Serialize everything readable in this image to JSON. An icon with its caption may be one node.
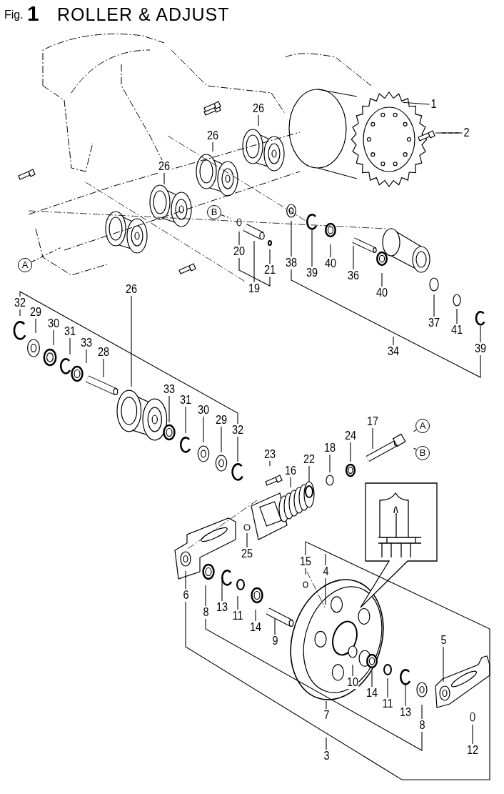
{
  "diagram": {
    "title": "ROLLER & ADJUST",
    "labels": [
      "Fig.",
      "1"
    ],
    "nodes": [
      {
        "text": [
          "1"
        ]
      },
      {
        "text": [
          "2"
        ]
      },
      {
        "text": [
          "26"
        ]
      },
      {
        "text": [
          "26"
        ]
      },
      {
        "text": [
          "26"
        ]
      },
      {
        "text": [
          "B"
        ]
      },
      {
        "text": [
          "38"
        ]
      },
      {
        "text": [
          "39"
        ]
      },
      {
        "text": [
          "40"
        ]
      },
      {
        "text": [
          "36"
        ]
      },
      {
        "text": [
          "A"
        ]
      },
      {
        "text": [
          "20"
        ]
      },
      {
        "text": [
          "21"
        ]
      },
      {
        "text": [
          "19"
        ]
      },
      {
        "text": [
          "40"
        ]
      },
      {
        "text": [
          "26"
        ]
      },
      {
        "text": [
          "34"
        ]
      },
      {
        "text": [
          "32"
        ]
      },
      {
        "text": [
          "29"
        ]
      },
      {
        "text": [
          "30"
        ]
      },
      {
        "text": [
          "37"
        ]
      },
      {
        "text": [
          "31"
        ]
      },
      {
        "text": [
          "41"
        ]
      },
      {
        "text": [
          "33"
        ]
      },
      {
        "text": [
          "39"
        ]
      },
      {
        "text": [
          "28"
        ]
      },
      {
        "text": [
          "33"
        ]
      },
      {
        "text": [
          "31"
        ]
      },
      {
        "text": [
          "30"
        ]
      },
      {
        "text": [
          "29"
        ]
      },
      {
        "text": [
          "32"
        ]
      },
      {
        "text": [
          "17"
        ]
      },
      {
        "text": [
          "A"
        ]
      },
      {
        "text": [
          "24"
        ]
      },
      {
        "text": [
          "18"
        ]
      },
      {
        "text": [
          "B"
        ]
      },
      {
        "text": [
          "23"
        ]
      },
      {
        "text": [
          "22"
        ]
      },
      {
        "text": [
          "16"
        ]
      },
      {
        "text": [
          "25"
        ]
      },
      {
        "text": [
          "15"
        ]
      },
      {
        "text": [
          "4"
        ]
      },
      {
        "text": [
          "6"
        ]
      },
      {
        "text": [
          "8"
        ]
      },
      {
        "text": [
          "13"
        ]
      },
      {
        "text": [
          "11"
        ]
      },
      {
        "text": [
          "14"
        ]
      },
      {
        "text": [
          "9"
        ]
      },
      {
        "text": [
          "5"
        ]
      },
      {
        "text": [
          "10"
        ]
      },
      {
        "text": [
          "14"
        ]
      },
      {
        "text": [
          "11"
        ]
      },
      {
        "text": [
          "7"
        ]
      },
      {
        "text": [
          "13"
        ]
      },
      {
        "text": [
          "8"
        ]
      },
      {
        "text": [
          "12"
        ]
      },
      {
        "text": [
          "3"
        ]
      }
    ],
    "edges": [
      {
        "from": 0,
        "to": null,
        "arrow": "none"
      },
      {
        "from": 1,
        "to": null,
        "arrow": "none"
      },
      {
        "from": 2,
        "to": null,
        "arrow": "none"
      },
      {
        "from": 3,
        "to": null,
        "arrow": "none"
      },
      {
        "from": 4,
        "to": null,
        "arrow": "none"
      },
      {
        "from": 5,
        "to": null,
        "arrow": "none",
        "style": "dashed"
      },
      {
        "from": 6,
        "to": null,
        "arrow": "none"
      },
      {
        "from": 7,
        "to": null,
        "arrow": "none"
      },
      {
        "from": 8,
        "to": null,
        "arrow": "none"
      },
      {
        "from": 9,
        "to": null,
        "arrow": "none"
      },
      {
        "from": 10,
        "to": null,
        "arrow": "none",
        "style": "dashed"
      },
      {
        "from": 11,
        "to": null,
        "arrow": "none"
      },
      {
        "from": 12,
        "to": null,
        "arrow": "none"
      },
      {
        "from": 13,
        "to": null,
        "arrow": "none"
      },
      {
        "from": 14,
        "to": null,
        "arrow": "none"
      },
      {
        "from": 15,
        "to": null,
        "arrow": "none"
      },
      {
        "from": 16,
        "to": null,
        "arrow": "none"
      },
      {
        "from": 17,
        "to": null,
        "arrow": "none"
      },
      {
        "from": 18,
        "to": null,
        "arrow": "none"
      },
      {
        "from": 19,
        "to": null,
        "arrow": "none"
      },
      {
        "from": 20,
        "to": null,
        "arrow": "none"
      },
      {
        "from": 21,
        "to": null,
        "arrow": "none"
      },
      {
        "from": 22,
        "to": null,
        "arrow": "none"
      },
      {
        "from": 23,
        "to": null,
        "arrow": "none"
      },
      {
        "from": 24,
        "to": null,
        "arrow": "none"
      },
      {
        "from": 25,
        "to": null,
        "arrow": "none"
      },
      {
        "from": 26,
        "to": null,
        "arrow": "none"
      },
      {
        "from": 27,
        "to": null,
        "arrow": "none"
      },
      {
        "from": 28,
        "to": null,
        "arrow": "none"
      },
      {
        "from": 29,
        "to": null,
        "arrow": "none"
      },
      {
        "from": 30,
        "to": null,
        "arrow": "none"
      },
      {
        "from": 31,
        "to": null,
        "arrow": "none"
      },
      {
        "from": 32,
        "to": null,
        "arrow": "none"
      },
      {
        "from": 33,
        "to": null,
        "arrow": "none"
      },
      {
        "from": 34,
        "to": null,
        "arrow": "none"
      },
      {
        "from": 35,
        "to": null,
        "arrow": "none"
      },
      {
        "from": 36,
        "to": null,
        "arrow": "none"
      },
      {
        "from": 37,
        "to": null,
        "arrow": "none"
      },
      {
        "from": 38,
        "to": null,
        "arrow": "none"
      },
      {
        "from": 39,
        "to": null,
        "arrow": "none"
      },
      {
        "from": 40,
        "to": null,
        "arrow": "none"
      },
      {
        "from": 41,
        "to": null,
        "arrow": "none"
      },
      {
        "from": 42,
        "to": null,
        "arrow": "none"
      },
      {
        "from": 43,
        "to": null,
        "arrow": "none"
      },
      {
        "from": 44,
        "to": null,
        "arrow": "none"
      },
      {
        "from": 45,
        "to": null,
        "arrow": "none"
      },
      {
        "from": 46,
        "to": null,
        "arrow": "none"
      },
      {
        "from": 47,
        "to": null,
        "arrow": "none"
      },
      {
        "from": 48,
        "to": null,
        "arrow": "none"
      },
      {
        "from": 49,
        "to": null,
        "arrow": "none"
      },
      {
        "from": 50,
        "to": null,
        "arrow": "none"
      },
      {
        "from": 51,
        "to": null,
        "arrow": "none"
      },
      {
        "from": 52,
        "to": null,
        "arrow": "none"
      },
      {
        "from": 53,
        "to": null,
        "arrow": "none"
      },
      {
        "from": 54,
        "to": null,
        "arrow": "none"
      },
      {
        "from": 55,
        "to": null,
        "arrow": "none"
      },
      {
        "from": 56,
        "to": null,
        "arrow": "none"
      },
      {
        "from": 17,
        "to": 30,
        "arrow": "none"
      },
      {
        "from": 11,
        "to": 12,
        "arrow": "none"
      },
      {
        "from": 6,
        "to": 24,
        "arrow": "none"
      },
      {
        "from": 43,
        "to": 54,
        "arrow": "none"
      },
      {
        "from": 42,
        "to": 40,
        "arrow": "none"
      },
      {
        "from": 41,
        "to": null,
        "arrow": "none"
      }
    ]
  }
}
